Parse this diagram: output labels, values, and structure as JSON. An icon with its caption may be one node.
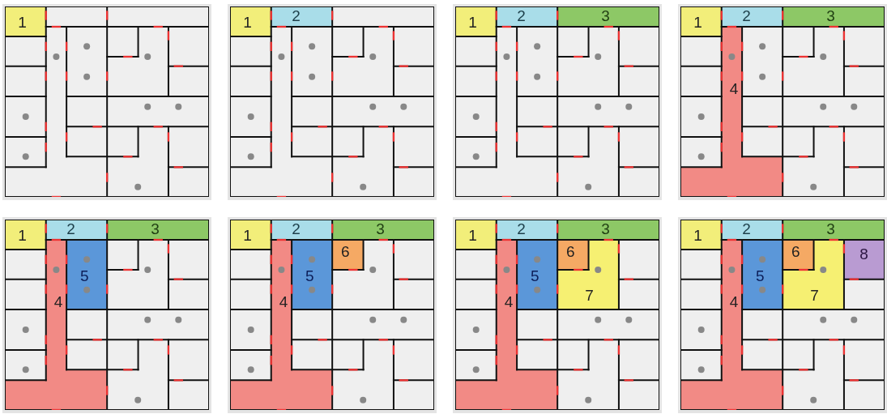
{
  "diagram": {
    "nodes": [
      {
        "text": [],
        "shape": "box"
      },
      {
        "text": [
          "1"
        ],
        "in": 0
      },
      {
        "text": [],
        "shape": "box"
      },
      {
        "text": [
          "1"
        ],
        "in": 2
      },
      {
        "text": [
          "2"
        ],
        "in": 2
      },
      {
        "text": [],
        "shape": "box"
      },
      {
        "text": [
          "1"
        ],
        "in": 5
      },
      {
        "text": [
          "2"
        ],
        "in": 5
      },
      {
        "text": [
          "3"
        ],
        "in": 5
      },
      {
        "text": [],
        "shape": "box"
      },
      {
        "text": [
          "1"
        ],
        "in": 9
      },
      {
        "text": [
          "2"
        ],
        "in": 9
      },
      {
        "text": [
          "3"
        ],
        "in": 9
      },
      {
        "text": [
          "4"
        ],
        "in": 9
      },
      {
        "text": [],
        "shape": "box"
      },
      {
        "text": [
          "1"
        ],
        "in": 14
      },
      {
        "text": [
          "2"
        ],
        "in": 14
      },
      {
        "text": [
          "3"
        ],
        "in": 14
      },
      {
        "text": [
          "4"
        ],
        "in": 14
      },
      {
        "text": [
          "5"
        ],
        "in": 14
      },
      {
        "text": [],
        "shape": "box"
      },
      {
        "text": [
          "1"
        ],
        "in": 20
      },
      {
        "text": [
          "2"
        ],
        "in": 20
      },
      {
        "text": [
          "3"
        ],
        "in": 20
      },
      {
        "text": [
          "4"
        ],
        "in": 20
      },
      {
        "text": [
          "5"
        ],
        "in": 20
      },
      {
        "text": [
          "6"
        ],
        "in": 20
      },
      {
        "text": [],
        "shape": "box"
      },
      {
        "text": [
          "1"
        ],
        "in": 27
      },
      {
        "text": [
          "2"
        ],
        "in": 27
      },
      {
        "text": [
          "3"
        ],
        "in": 27
      },
      {
        "text": [
          "4"
        ],
        "in": 27
      },
      {
        "text": [
          "5"
        ],
        "in": 27
      },
      {
        "text": [
          "6"
        ],
        "in": 27
      },
      {
        "text": [
          "7"
        ],
        "in": 27
      },
      {
        "text": [],
        "shape": "box"
      },
      {
        "text": [
          "1"
        ],
        "in": 35
      },
      {
        "text": [
          "2"
        ],
        "in": 35
      },
      {
        "text": [
          "3"
        ],
        "in": 35
      },
      {
        "text": [
          "4"
        ],
        "in": 35
      },
      {
        "text": [
          "5"
        ],
        "in": 35
      },
      {
        "text": [
          "6"
        ],
        "in": 35
      },
      {
        "text": [
          "7"
        ],
        "in": 35
      },
      {
        "text": [
          "8"
        ],
        "in": 35
      }
    ]
  }
}
